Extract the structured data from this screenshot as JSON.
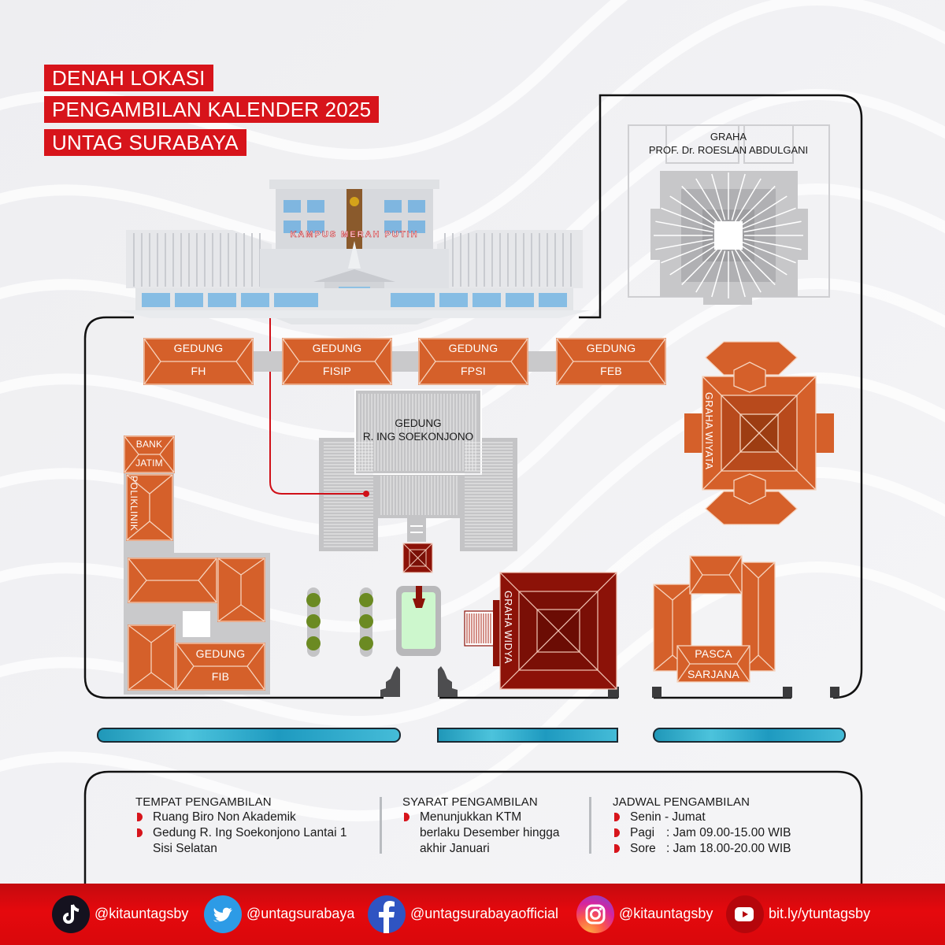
{
  "title": {
    "lines": [
      "DENAH LOKASI",
      "PENGAMBILAN KALENDER 2025",
      "UNTAG SURABAYA"
    ]
  },
  "colors": {
    "accent_red": "#d7141b",
    "roof_orange": "#d5602a",
    "roof_dark_red": "#8c1208",
    "grey_building": "#c9c9cb",
    "water": "#2aa9c9",
    "footer_red": "#e5090d"
  },
  "map": {
    "main_building_sign": "KAMPUS MERAH PUTIH",
    "graha_roeslan": {
      "line1": "GRAHA",
      "line2": "PROF. Dr. ROESLAN ABDULGANI"
    },
    "buildings_row": [
      {
        "line1": "GEDUNG",
        "line2": "FH"
      },
      {
        "line1": "GEDUNG",
        "line2": "FISIP"
      },
      {
        "line1": "GEDUNG",
        "line2": "FPSI"
      },
      {
        "line1": "GEDUNG",
        "line2": "FEB"
      }
    ],
    "soekonjono": {
      "line1": "GEDUNG",
      "line2": "R. ING SOEKONJONO"
    },
    "bank_jatim": {
      "line1": "BANK",
      "line2": "JATIM"
    },
    "poliklinik": "POLIKLINIK",
    "fib": {
      "line1": "GEDUNG",
      "line2": "FIB"
    },
    "graha_wiyata": "GRAHA WIYATA",
    "graha_widya": "GRAHA WIDYA",
    "pasca_sarjana": {
      "line1": "PASCA",
      "line2": "SARJANA"
    },
    "route": {
      "from": "KAMPUS MERAH PUTIH",
      "to": "GEDUNG R. ING SOEKONJONO"
    }
  },
  "info": {
    "tempat": {
      "title": "TEMPAT PENGAMBILAN",
      "items": [
        "Ruang Biro Non Akademik",
        "Gedung R. Ing Soekonjono Lantai 1",
        "Sisi Selatan"
      ]
    },
    "syarat": {
      "title": "SYARAT PENGAMBILAN",
      "items": [
        "Menunjukkan KTM",
        "berlaku Desember hingga",
        "akhir Januari"
      ]
    },
    "jadwal": {
      "title": "JADWAL PENGAMBILAN",
      "items": [
        {
          "label": "Senin - Jumat",
          "value": ""
        },
        {
          "label": "Pagi",
          "value": ": Jam 09.00-15.00 WIB"
        },
        {
          "label": "Sore",
          "value": ": Jam 18.00-20.00 WIB"
        }
      ]
    }
  },
  "footer": {
    "socials": [
      {
        "icon": "tiktok-icon",
        "handle": "@kitauntagsby"
      },
      {
        "icon": "twitter-icon",
        "handle": "@untagsurabaya"
      },
      {
        "icon": "facebook-icon",
        "handle": "@untagsurabayaofficial"
      },
      {
        "icon": "instagram-icon",
        "handle": "@kitauntagsby"
      },
      {
        "icon": "youtube-icon",
        "handle": "bit.ly/ytuntagsby"
      }
    ]
  }
}
